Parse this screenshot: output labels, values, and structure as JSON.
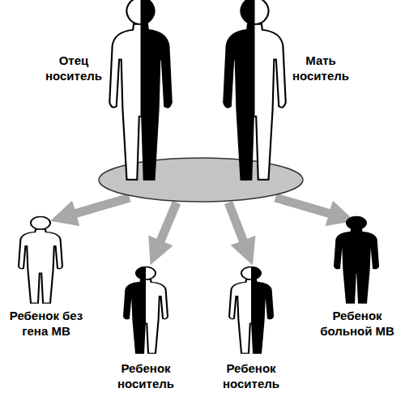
{
  "diagram": {
    "nodes": [
      {
        "text": [
          "Отец носитель"
        ]
      },
      {
        "text": [
          "Мать носитель"
        ]
      },
      {
        "text": [
          "Ребенок без гена МВ"
        ]
      },
      {
        "text": [
          "Ребенок носитель"
        ]
      },
      {
        "text": [
          "Ребенок носитель"
        ]
      },
      {
        "text": [
          "Ребенок больной МВ"
        ]
      }
    ]
  }
}
